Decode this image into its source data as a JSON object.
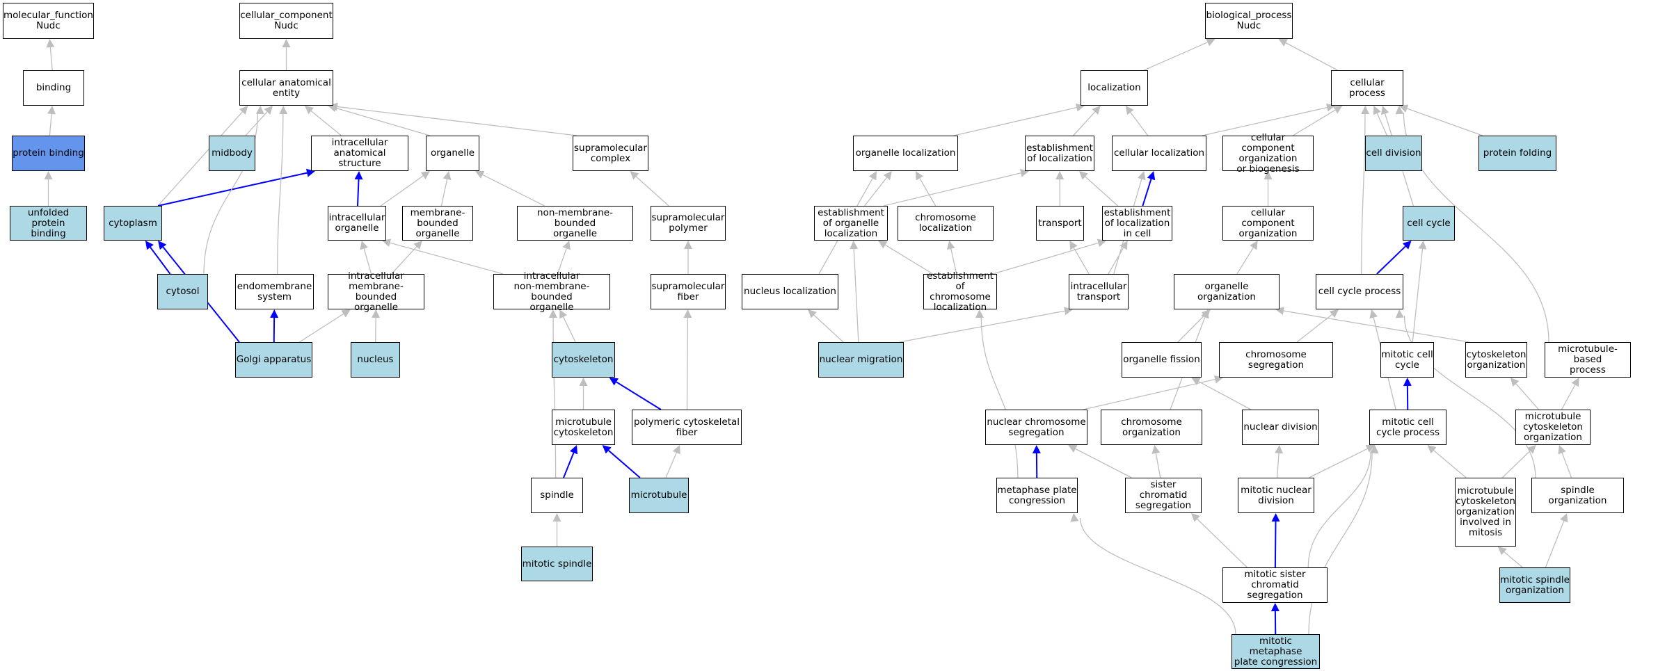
{
  "diagram": {
    "colors": {
      "query_fill": "#add8e6",
      "target_fill": "#6495ed",
      "edge_gray": "#bebebe",
      "edge_blue": "#0000ff"
    },
    "nodes": [
      {
        "id": "mf",
        "label": "molecular_function\nNudc",
        "style": "plain"
      },
      {
        "id": "cc",
        "label": "cellular_component\nNudc",
        "style": "plain"
      },
      {
        "id": "bp",
        "label": "biological_process\nNudc",
        "style": "plain"
      },
      {
        "id": "binding",
        "label": "binding",
        "style": "plain"
      },
      {
        "id": "protbind",
        "label": "protein binding",
        "style": "target"
      },
      {
        "id": "unfolded",
        "label": "unfolded protein\nbinding",
        "style": "query"
      },
      {
        "id": "cae",
        "label": "cellular anatomical\nentity",
        "style": "plain"
      },
      {
        "id": "midbody",
        "label": "midbody",
        "style": "query"
      },
      {
        "id": "ias",
        "label": "intracellular\nanatomical structure",
        "style": "plain"
      },
      {
        "id": "organelle",
        "label": "organelle",
        "style": "plain"
      },
      {
        "id": "supcomplex",
        "label": "supramolecular\ncomplex",
        "style": "plain"
      },
      {
        "id": "cytoplasm",
        "label": "cytoplasm",
        "style": "query"
      },
      {
        "id": "intorg",
        "label": "intracellular\norganelle",
        "style": "plain"
      },
      {
        "id": "mbo",
        "label": "membrane-bounded\norganelle",
        "style": "plain"
      },
      {
        "id": "nmbo",
        "label": "non-membrane-bounded\norganelle",
        "style": "plain"
      },
      {
        "id": "suppoly",
        "label": "supramolecular\npolymer",
        "style": "plain"
      },
      {
        "id": "cytosol",
        "label": "cytosol",
        "style": "query"
      },
      {
        "id": "endomem",
        "label": "endomembrane\nsystem",
        "style": "plain"
      },
      {
        "id": "imbo",
        "label": "intracellular\nmembrane-bounded\norganelle",
        "style": "plain"
      },
      {
        "id": "inmbo",
        "label": "intracellular\nnon-membrane-bounded\norganelle",
        "style": "plain"
      },
      {
        "id": "supfiber",
        "label": "supramolecular\nfiber",
        "style": "plain"
      },
      {
        "id": "golgi",
        "label": "Golgi apparatus",
        "style": "query"
      },
      {
        "id": "nucleus",
        "label": "nucleus",
        "style": "query"
      },
      {
        "id": "cytoskel",
        "label": "cytoskeleton",
        "style": "query"
      },
      {
        "id": "mtcyto",
        "label": "microtubule\ncytoskeleton",
        "style": "plain"
      },
      {
        "id": "polycyto",
        "label": "polymeric cytoskeletal\nfiber",
        "style": "plain"
      },
      {
        "id": "spindle",
        "label": "spindle",
        "style": "plain"
      },
      {
        "id": "microtubule",
        "label": "microtubule",
        "style": "query"
      },
      {
        "id": "mitspindle",
        "label": "mitotic spindle",
        "style": "query"
      },
      {
        "id": "localization",
        "label": "localization",
        "style": "plain"
      },
      {
        "id": "cellproc",
        "label": "cellular process",
        "style": "plain"
      },
      {
        "id": "orgloc",
        "label": "organelle localization",
        "style": "plain"
      },
      {
        "id": "estloc",
        "label": "establishment\nof localization",
        "style": "plain"
      },
      {
        "id": "cellloc",
        "label": "cellular localization",
        "style": "plain"
      },
      {
        "id": "ccob",
        "label": "cellular component\norganization\nor biogenesis",
        "style": "plain"
      },
      {
        "id": "celldiv",
        "label": "cell division",
        "style": "query"
      },
      {
        "id": "protfold",
        "label": "protein folding",
        "style": "query"
      },
      {
        "id": "estorgloc",
        "label": "establishment\nof organelle\nlocalization",
        "style": "plain"
      },
      {
        "id": "chromloc",
        "label": "chromosome localization",
        "style": "plain"
      },
      {
        "id": "transport",
        "label": "transport",
        "style": "plain"
      },
      {
        "id": "estloccell",
        "label": "establishment\nof localization\nin cell",
        "style": "plain"
      },
      {
        "id": "cco",
        "label": "cellular component\norganization",
        "style": "plain"
      },
      {
        "id": "cellcycle",
        "label": "cell cycle",
        "style": "query"
      },
      {
        "id": "nucloc",
        "label": "nucleus localization",
        "style": "plain"
      },
      {
        "id": "estchromloc",
        "label": "establishment\nof chromosome\nlocalization",
        "style": "plain"
      },
      {
        "id": "inttrans",
        "label": "intracellular\ntransport",
        "style": "plain"
      },
      {
        "id": "orgorg",
        "label": "organelle organization",
        "style": "plain"
      },
      {
        "id": "ccproc",
        "label": "cell cycle process",
        "style": "plain"
      },
      {
        "id": "nucmig",
        "label": "nuclear migration",
        "style": "query"
      },
      {
        "id": "orgfis",
        "label": "organelle fission",
        "style": "plain"
      },
      {
        "id": "chromseg",
        "label": "chromosome segregation",
        "style": "plain"
      },
      {
        "id": "mitcc",
        "label": "mitotic cell\ncycle",
        "style": "plain"
      },
      {
        "id": "cytoorg",
        "label": "cytoskeleton\norganization",
        "style": "plain"
      },
      {
        "id": "mtbp",
        "label": "microtubule-based\nprocess",
        "style": "plain"
      },
      {
        "id": "ncseg",
        "label": "nuclear chromosome\nsegregation",
        "style": "plain"
      },
      {
        "id": "chromorg",
        "label": "chromosome organization",
        "style": "plain"
      },
      {
        "id": "nucdiv",
        "label": "nuclear division",
        "style": "plain"
      },
      {
        "id": "mitccp",
        "label": "mitotic cell\ncycle process",
        "style": "plain"
      },
      {
        "id": "mtco",
        "label": "microtubule\ncytoskeleton\norganization",
        "style": "plain"
      },
      {
        "id": "mpc",
        "label": "metaphase plate\ncongression",
        "style": "plain"
      },
      {
        "id": "scs",
        "label": "sister chromatid\nsegregation",
        "style": "plain"
      },
      {
        "id": "mnd",
        "label": "mitotic nuclear\ndivision",
        "style": "plain"
      },
      {
        "id": "mtcomit",
        "label": "microtubule\ncytoskeleton\norganization\ninvolved in\nmitosis",
        "style": "plain"
      },
      {
        "id": "spindorg",
        "label": "spindle organization",
        "style": "plain"
      },
      {
        "id": "mscs",
        "label": "mitotic sister\nchromatid segregation",
        "style": "plain"
      },
      {
        "id": "msorg",
        "label": "mitotic spindle\norganization",
        "style": "query"
      },
      {
        "id": "mmpc",
        "label": "mitotic metaphase\nplate congression",
        "style": "query"
      }
    ],
    "edges": [
      {
        "from": "binding",
        "to": "mf",
        "type": "is_a"
      },
      {
        "from": "protbind",
        "to": "binding",
        "type": "is_a"
      },
      {
        "from": "unfolded",
        "to": "protbind",
        "type": "is_a"
      },
      {
        "from": "cae",
        "to": "cc",
        "type": "is_a"
      },
      {
        "from": "midbody",
        "to": "cae",
        "type": "is_a"
      },
      {
        "from": "ias",
        "to": "cae",
        "type": "is_a"
      },
      {
        "from": "organelle",
        "to": "cae",
        "type": "is_a"
      },
      {
        "from": "supcomplex",
        "to": "cae",
        "type": "is_a"
      },
      {
        "from": "cytoplasm",
        "to": "cae",
        "type": "is_a"
      },
      {
        "from": "cytoplasm",
        "to": "ias",
        "type": "part_of"
      },
      {
        "from": "cytosol",
        "to": "cae",
        "type": "is_a"
      },
      {
        "from": "cytosol",
        "to": "cytoplasm",
        "type": "part_of"
      },
      {
        "from": "endomem",
        "to": "cae",
        "type": "is_a"
      },
      {
        "from": "intorg",
        "to": "ias",
        "type": "part_of"
      },
      {
        "from": "intorg",
        "to": "organelle",
        "type": "is_a"
      },
      {
        "from": "mbo",
        "to": "organelle",
        "type": "is_a"
      },
      {
        "from": "nmbo",
        "to": "organelle",
        "type": "is_a"
      },
      {
        "from": "suppoly",
        "to": "supcomplex",
        "type": "is_a"
      },
      {
        "from": "imbo",
        "to": "intorg",
        "type": "is_a"
      },
      {
        "from": "imbo",
        "to": "mbo",
        "type": "is_a"
      },
      {
        "from": "inmbo",
        "to": "intorg",
        "type": "is_a"
      },
      {
        "from": "inmbo",
        "to": "nmbo",
        "type": "is_a"
      },
      {
        "from": "supfiber",
        "to": "suppoly",
        "type": "is_a"
      },
      {
        "from": "golgi",
        "to": "imbo",
        "type": "is_a"
      },
      {
        "from": "golgi",
        "to": "endomem",
        "type": "part_of"
      },
      {
        "from": "golgi",
        "to": "cytoplasm",
        "type": "part_of"
      },
      {
        "from": "nucleus",
        "to": "imbo",
        "type": "is_a"
      },
      {
        "from": "cytoskel",
        "to": "inmbo",
        "type": "is_a"
      },
      {
        "from": "mtcyto",
        "to": "cytoskel",
        "type": "is_a"
      },
      {
        "from": "polycyto",
        "to": "cytoskel",
        "type": "part_of"
      },
      {
        "from": "polycyto",
        "to": "supfiber",
        "type": "is_a"
      },
      {
        "from": "spindle",
        "to": "inmbo",
        "type": "is_a"
      },
      {
        "from": "spindle",
        "to": "mtcyto",
        "type": "part_of"
      },
      {
        "from": "microtubule",
        "to": "mtcyto",
        "type": "part_of"
      },
      {
        "from": "microtubule",
        "to": "polycyto",
        "type": "is_a"
      },
      {
        "from": "mitspindle",
        "to": "spindle",
        "type": "is_a"
      },
      {
        "from": "localization",
        "to": "bp",
        "type": "is_a"
      },
      {
        "from": "cellproc",
        "to": "bp",
        "type": "is_a"
      },
      {
        "from": "orgloc",
        "to": "localization",
        "type": "is_a"
      },
      {
        "from": "estloc",
        "to": "localization",
        "type": "is_a"
      },
      {
        "from": "cellloc",
        "to": "localization",
        "type": "is_a"
      },
      {
        "from": "cellloc",
        "to": "cellproc",
        "type": "is_a"
      },
      {
        "from": "ccob",
        "to": "cellproc",
        "type": "is_a"
      },
      {
        "from": "celldiv",
        "to": "cellproc",
        "type": "is_a"
      },
      {
        "from": "protfold",
        "to": "cellproc",
        "type": "is_a"
      },
      {
        "from": "estorgloc",
        "to": "orgloc",
        "type": "is_a"
      },
      {
        "from": "estorgloc",
        "to": "estloc",
        "type": "is_a"
      },
      {
        "from": "chromloc",
        "to": "orgloc",
        "type": "is_a"
      },
      {
        "from": "transport",
        "to": "estloc",
        "type": "is_a"
      },
      {
        "from": "estloccell",
        "to": "estloc",
        "type": "is_a"
      },
      {
        "from": "estloccell",
        "to": "cellloc",
        "type": "part_of"
      },
      {
        "from": "cco",
        "to": "ccob",
        "type": "is_a"
      },
      {
        "from": "cellcycle",
        "to": "cellproc",
        "type": "is_a"
      },
      {
        "from": "nucloc",
        "to": "orgloc",
        "type": "is_a"
      },
      {
        "from": "estchromloc",
        "to": "estorgloc",
        "type": "is_a"
      },
      {
        "from": "estchromloc",
        "to": "chromloc",
        "type": "is_a"
      },
      {
        "from": "estchromloc",
        "to": "estloccell",
        "type": "is_a"
      },
      {
        "from": "inttrans",
        "to": "transport",
        "type": "is_a"
      },
      {
        "from": "inttrans",
        "to": "estloccell",
        "type": "is_a"
      },
      {
        "from": "inttrans",
        "to": "cellloc",
        "type": "is_a"
      },
      {
        "from": "orgorg",
        "to": "cco",
        "type": "is_a"
      },
      {
        "from": "ccproc",
        "to": "cellproc",
        "type": "is_a"
      },
      {
        "from": "ccproc",
        "to": "cellcycle",
        "type": "part_of"
      },
      {
        "from": "nucmig",
        "to": "nucloc",
        "type": "is_a"
      },
      {
        "from": "nucmig",
        "to": "estorgloc",
        "type": "is_a"
      },
      {
        "from": "nucmig",
        "to": "inttrans",
        "type": "is_a"
      },
      {
        "from": "orgfis",
        "to": "orgorg",
        "type": "is_a"
      },
      {
        "from": "chromseg",
        "to": "ccproc",
        "type": "is_a"
      },
      {
        "from": "mitcc",
        "to": "cellcycle",
        "type": "is_a"
      },
      {
        "from": "cytoorg",
        "to": "orgorg",
        "type": "is_a"
      },
      {
        "from": "mtbp",
        "to": "cellproc",
        "type": "is_a"
      },
      {
        "from": "ncseg",
        "to": "chromseg",
        "type": "is_a"
      },
      {
        "from": "chromorg",
        "to": "orgorg",
        "type": "is_a"
      },
      {
        "from": "nucdiv",
        "to": "orgfis",
        "type": "is_a"
      },
      {
        "from": "mitccp",
        "to": "ccproc",
        "type": "is_a"
      },
      {
        "from": "mitccp",
        "to": "mitcc",
        "type": "part_of"
      },
      {
        "from": "mtco",
        "to": "cytoorg",
        "type": "is_a"
      },
      {
        "from": "mtco",
        "to": "mtbp",
        "type": "is_a"
      },
      {
        "from": "mpc",
        "to": "estchromloc",
        "type": "is_a"
      },
      {
        "from": "mpc",
        "to": "ncseg",
        "type": "part_of"
      },
      {
        "from": "scs",
        "to": "ncseg",
        "type": "is_a"
      },
      {
        "from": "scs",
        "to": "chromorg",
        "type": "is_a"
      },
      {
        "from": "mnd",
        "to": "nucdiv",
        "type": "is_a"
      },
      {
        "from": "mnd",
        "to": "mitccp",
        "type": "is_a"
      },
      {
        "from": "mtcomit",
        "to": "mtco",
        "type": "is_a"
      },
      {
        "from": "mtcomit",
        "to": "mitccp",
        "type": "is_a"
      },
      {
        "from": "spindorg",
        "to": "mtco",
        "type": "is_a"
      },
      {
        "from": "spindorg",
        "to": "ccproc",
        "type": "is_a"
      },
      {
        "from": "mscs",
        "to": "scs",
        "type": "is_a"
      },
      {
        "from": "mscs",
        "to": "mitccp",
        "type": "is_a"
      },
      {
        "from": "mscs",
        "to": "mnd",
        "type": "part_of"
      },
      {
        "from": "msorg",
        "to": "mtcomit",
        "type": "is_a"
      },
      {
        "from": "msorg",
        "to": "spindorg",
        "type": "is_a"
      },
      {
        "from": "mmpc",
        "to": "mpc",
        "type": "is_a"
      },
      {
        "from": "mmpc",
        "to": "mitccp",
        "type": "is_a"
      },
      {
        "from": "mmpc",
        "to": "mscs",
        "type": "part_of"
      }
    ]
  }
}
